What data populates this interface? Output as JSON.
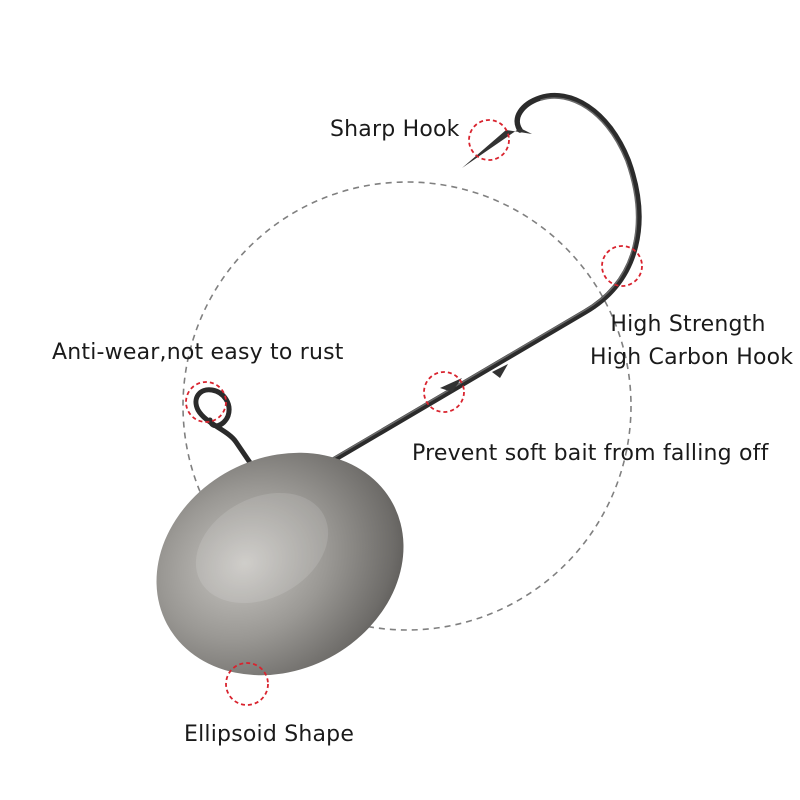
{
  "labels": {
    "sharp_hook": "Sharp Hook",
    "high_strength_line1": "High Strength",
    "high_strength_line2": "High Carbon Hook",
    "anti_wear": "Anti-wear,not easy to rust",
    "prevent_bait": "Prevent soft bait from falling off",
    "ellipsoid": "Ellipsoid Shape"
  },
  "colors": {
    "callout_circle": "#d9232e",
    "guide_circle": "#808080",
    "hook_wire": "#2b2b2b",
    "lead_head": "#8c8a86"
  }
}
